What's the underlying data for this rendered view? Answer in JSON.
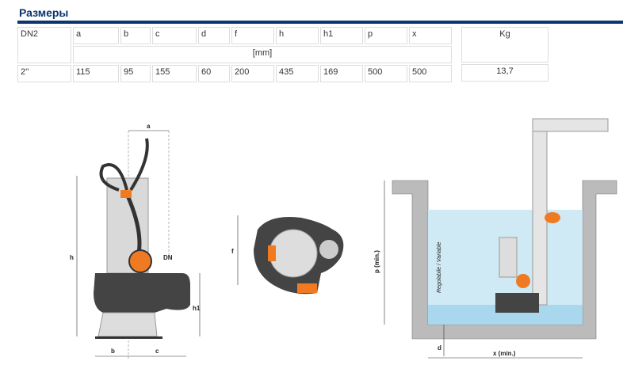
{
  "section_title": "Размеры",
  "table": {
    "headers": [
      "DN2",
      "a",
      "b",
      "c",
      "d",
      "f",
      "h",
      "h1",
      "p",
      "x"
    ],
    "unit": "[mm]",
    "row": [
      "2''",
      "115",
      "95",
      "155",
      "60",
      "200",
      "435",
      "169",
      "500",
      "500"
    ]
  },
  "weight": {
    "header": "Kg",
    "value": "13,7"
  },
  "drawings": {
    "side": {
      "a": "a",
      "b": "b",
      "c": "c",
      "h": "h",
      "h1": "h1",
      "dn": "DN"
    },
    "top": {
      "f": "f"
    },
    "install": {
      "p": "p  (min.)",
      "d": "d",
      "x": "x (min.)",
      "adjustable": "Regolabile / Variable"
    }
  },
  "colors": {
    "brand": "#0d3371",
    "orange": "#f07a22",
    "water": "#cfe9f5"
  }
}
